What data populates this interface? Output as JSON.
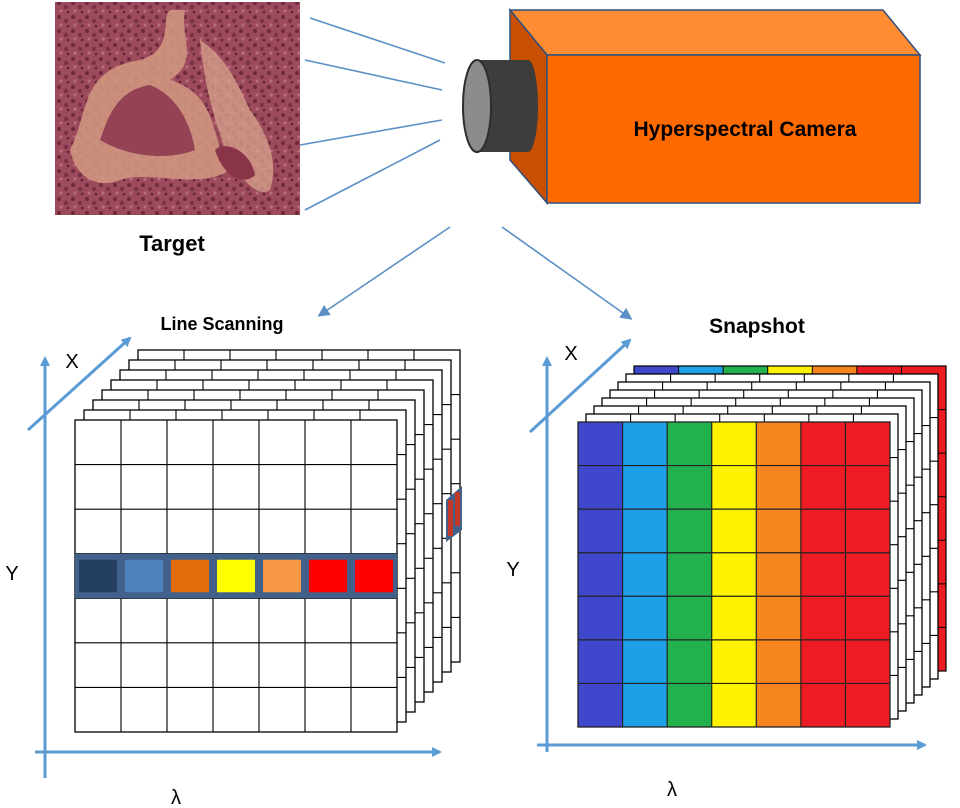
{
  "target_label": "Target",
  "camera_label": "Hyperspectral Camera",
  "line_scanning": {
    "title": "Line Scanning",
    "axis_x": "X",
    "axis_y": "Y",
    "axis_lambda": "λ",
    "stripe_colors": [
      "#243f62",
      "#4f81bd",
      "#e36c0a",
      "#ffff00",
      "#f79646",
      "#ff0000",
      "#ff0000"
    ]
  },
  "snapshot": {
    "title": "Snapshot",
    "axis_x": "X",
    "axis_y": "Y",
    "axis_lambda": "λ",
    "band_colors": [
      "#3f48cc",
      "#1ea0e8",
      "#22b14c",
      "#fff200",
      "#f7851f",
      "#ed1c24",
      "#ed1c24"
    ]
  },
  "colors": {
    "camera_front": "#ff6a00",
    "camera_top": "#ff8c33",
    "camera_side": "#c85000",
    "lens_body": "#3d3d3d",
    "lens_glass": "#8c8c8c",
    "arrow": "#5b8fc5",
    "ray": "#5b8fc5",
    "axis": "#5b9bd5",
    "stripe_border": "#41618a"
  }
}
